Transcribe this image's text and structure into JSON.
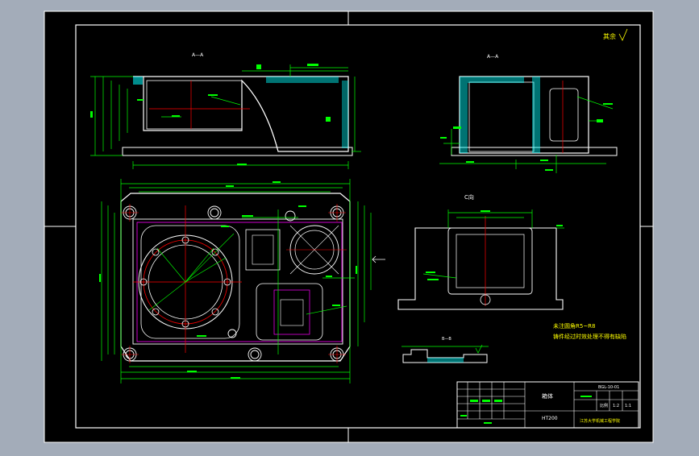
{
  "colors": {
    "window_bg": "#a3acb9",
    "paper": "#000000",
    "frame": "#ffffff",
    "dimension": "#00ff00",
    "centerline": "#ff0000",
    "section": "#ff00ff",
    "hatch": "#00ffff",
    "note": "#ffff00"
  },
  "drawing": {
    "corner_note": "其余",
    "section_label_top": "A—A",
    "section_label_right": "A—A",
    "view_label_c": "C向",
    "view_label_b": "B—B",
    "notes_line1": "未注圆角R5~R8",
    "notes_line2": "铸件经过时效处理不得有缺陷"
  },
  "title_block": {
    "drawing_no": "BGL-10-01",
    "part_name": "箱体",
    "material": "HT200",
    "scale_label": "比例",
    "scale_value": "1:2",
    "sheet": "1:1",
    "school": "江苏大学机械工程学院"
  }
}
